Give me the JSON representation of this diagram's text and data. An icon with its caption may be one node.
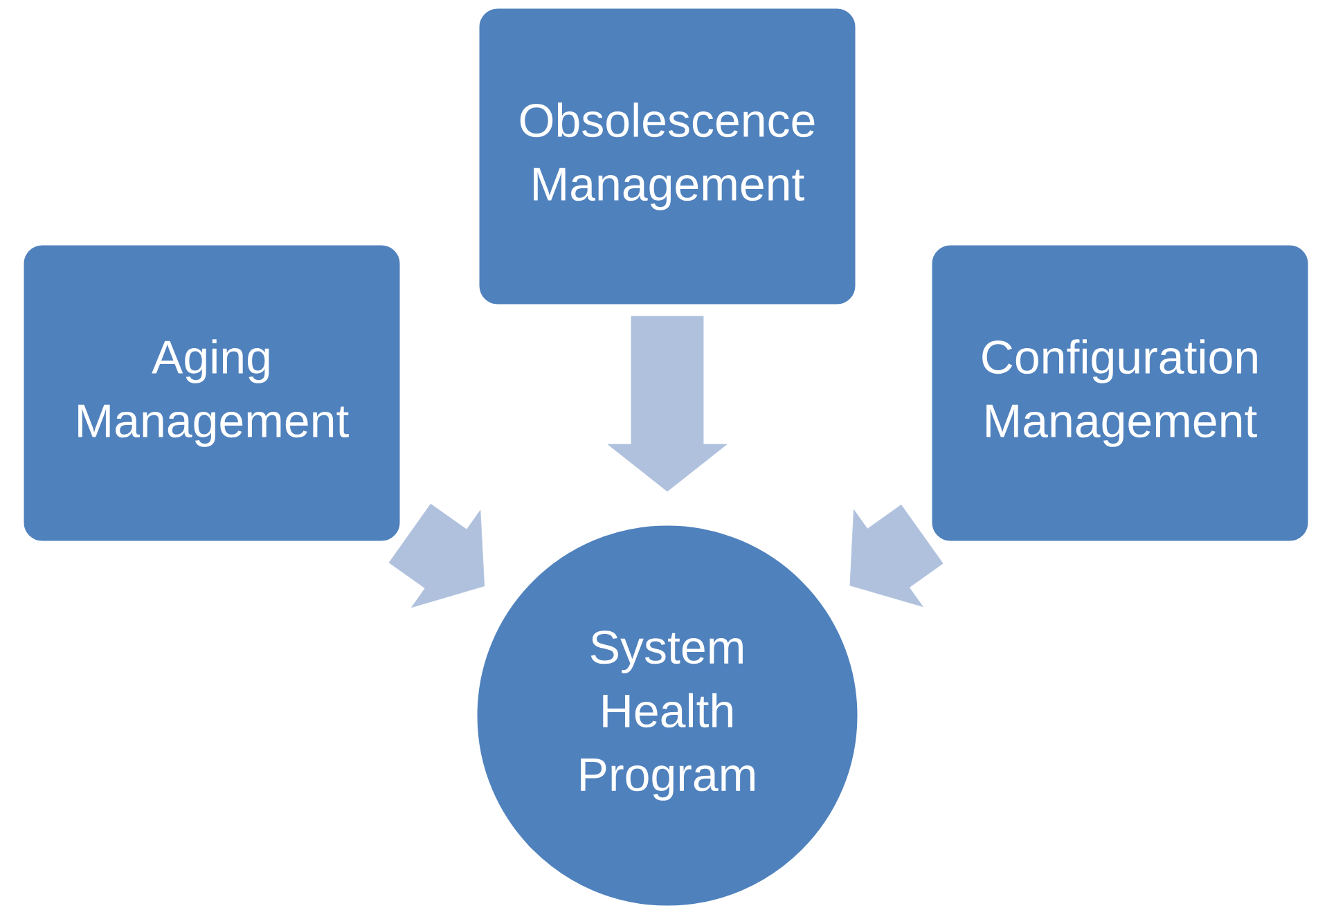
{
  "diagram": {
    "nodes": [
      {
        "text": [
          "Obsolescence Management"
        ]
      },
      {
        "text": [
          "Aging Management"
        ]
      },
      {
        "text": [
          "Configuration Management"
        ]
      },
      {
        "text": [
          "System Health Program"
        ]
      }
    ],
    "edges": [
      {
        "from": 0,
        "to": 3,
        "arrow": "to"
      },
      {
        "from": 1,
        "to": 3,
        "arrow": "to"
      },
      {
        "from": 2,
        "to": 3,
        "arrow": "to"
      }
    ]
  }
}
